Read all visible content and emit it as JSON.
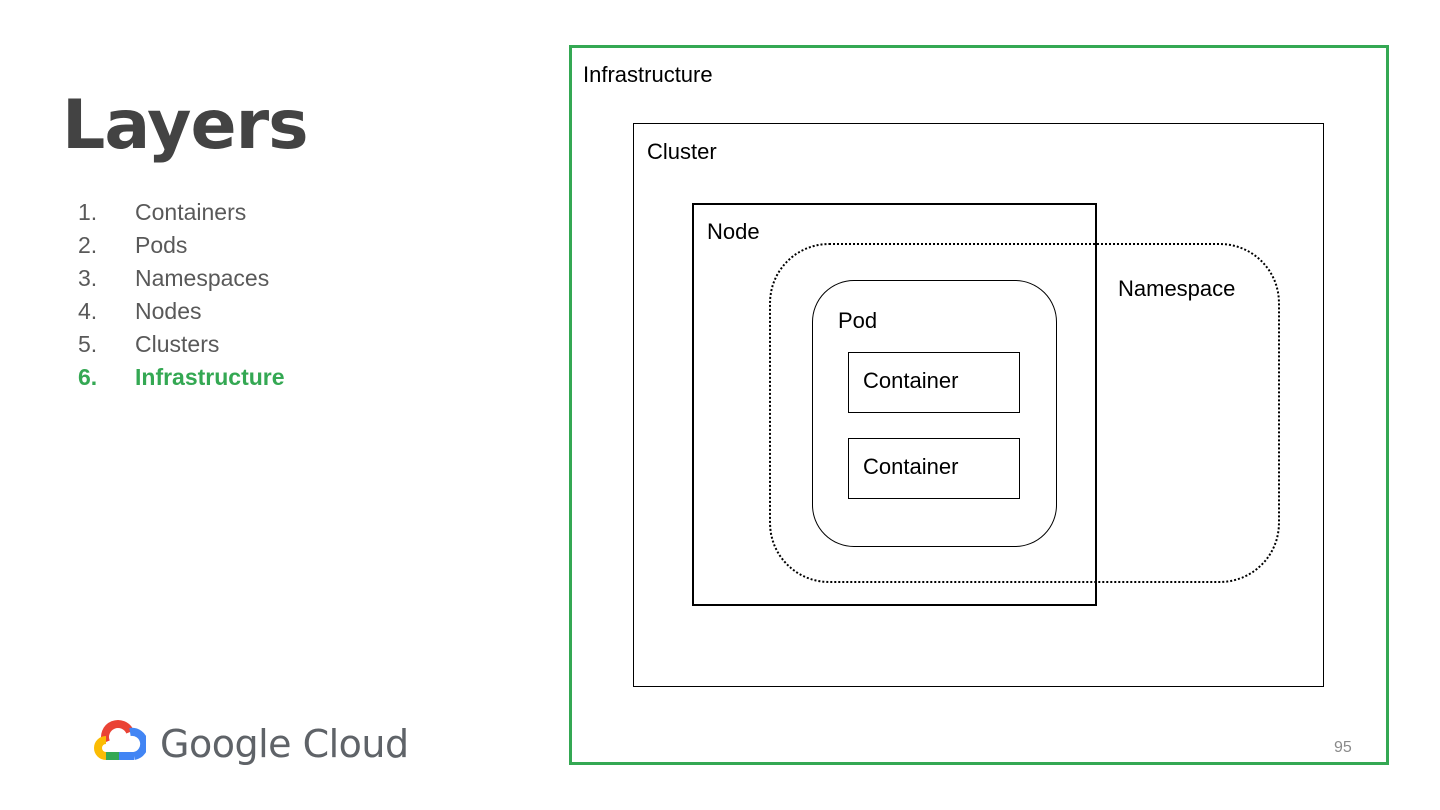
{
  "slide": {
    "title": "Layers",
    "page_number": "95"
  },
  "list": {
    "items": [
      {
        "number": "1.",
        "label": "Containers",
        "active": false
      },
      {
        "number": "2.",
        "label": "Pods",
        "active": false
      },
      {
        "number": "3.",
        "label": "Namespaces",
        "active": false
      },
      {
        "number": "4.",
        "label": "Nodes",
        "active": false
      },
      {
        "number": "5.",
        "label": "Clusters",
        "active": false
      },
      {
        "number": "6.",
        "label": "Infrastructure",
        "active": true
      }
    ],
    "active_color": "#34a853"
  },
  "diagram": {
    "infrastructure": "Infrastructure",
    "cluster": "Cluster",
    "node": "Node",
    "namespace": "Namespace",
    "pod": "Pod",
    "containers": [
      "Container",
      "Container"
    ],
    "frame_color": "#34a853"
  },
  "logo": {
    "text": "Google Cloud",
    "icon": "google-cloud-logo-icon"
  }
}
